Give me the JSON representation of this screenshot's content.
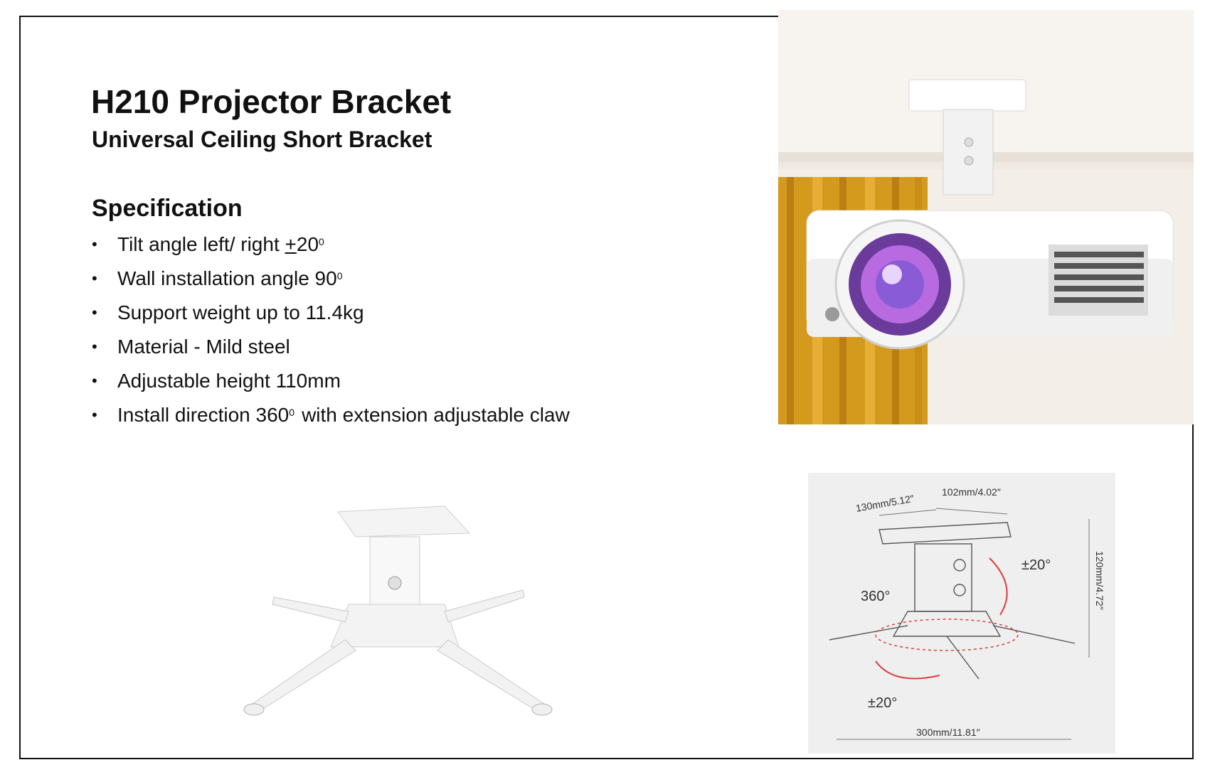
{
  "title": "H210 Projector Bracket",
  "subtitle": "Universal Ceiling Short Bracket",
  "spec": {
    "heading": "Specification",
    "bullet": "•",
    "items": [
      {
        "before": "Tilt angle left/ right ",
        "under": "+",
        "mid": "20",
        "sup": "0",
        "after": ""
      },
      {
        "before": "Wall installation angle 90",
        "sup": "0",
        "after": ""
      },
      {
        "before": "Support weight up to 11.4kg"
      },
      {
        "before": "Material - Mild steel"
      },
      {
        "before": "Adjustable height 110mm"
      },
      {
        "before": "Install direction 360",
        "sup": "0",
        "after": "with extension adjustable claw"
      }
    ]
  },
  "diagram": {
    "width_top_left": "130mm/5.12″",
    "width_top_right": "102mm/4.02″",
    "tilt_right": "±20°",
    "rotation": "360°",
    "tilt_bottom": "±20°",
    "height": "120mm/4.72″",
    "arm_span": "300mm/11.81″"
  },
  "colors": {
    "curtain": "#d49a1e",
    "wall": "#f3eee8",
    "lens_glow": "#b86be0",
    "arrow_red": "#d94141"
  }
}
